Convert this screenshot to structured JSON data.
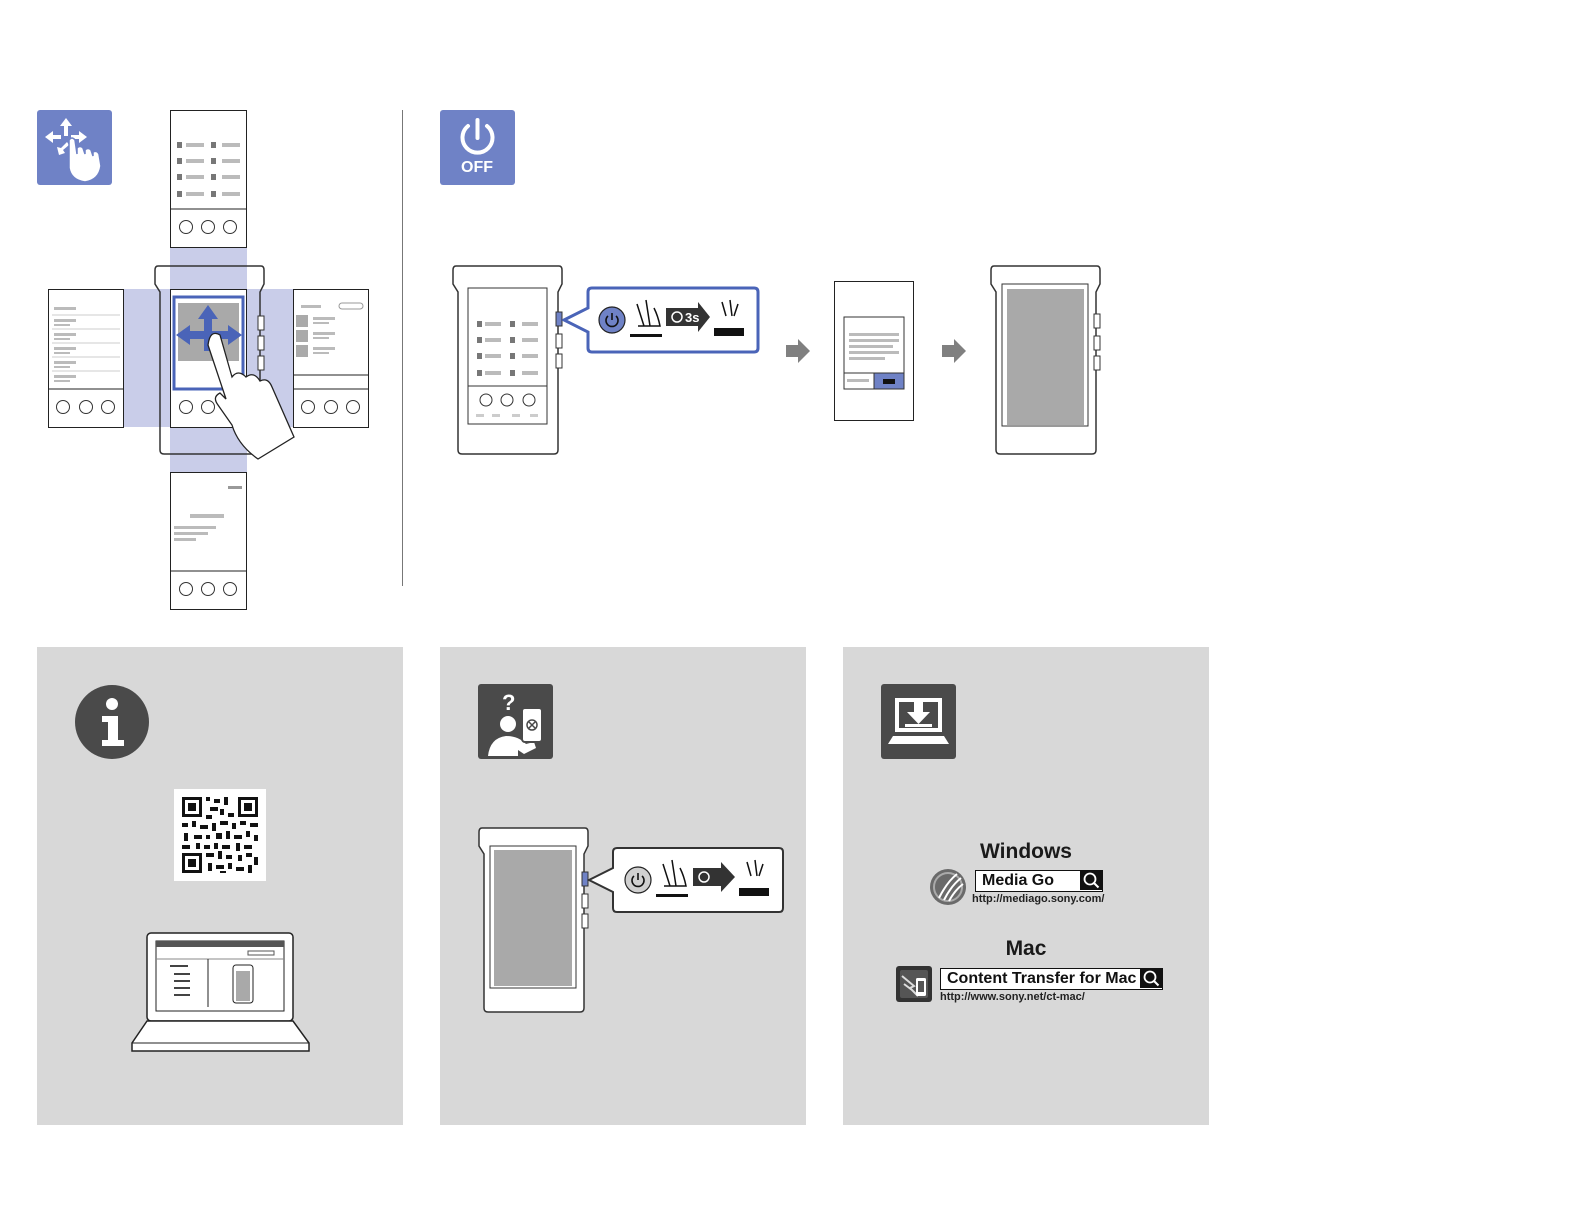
{
  "power_section": {
    "off_label": "OFF",
    "hold_time_label": "3s"
  },
  "software": {
    "windows": {
      "os": "Windows",
      "app_name": "Media Go",
      "url": "http://mediago.sony.com/"
    },
    "mac": {
      "os": "Mac",
      "app_name": "Content Transfer for Mac",
      "url": "http://www.sony.net/ct-mac/"
    }
  },
  "colors": {
    "accent": "#6f82c6",
    "panel": "#d8d8d8",
    "icon_dark": "#4a4a4a",
    "screen_gray": "#a9a9a9"
  }
}
